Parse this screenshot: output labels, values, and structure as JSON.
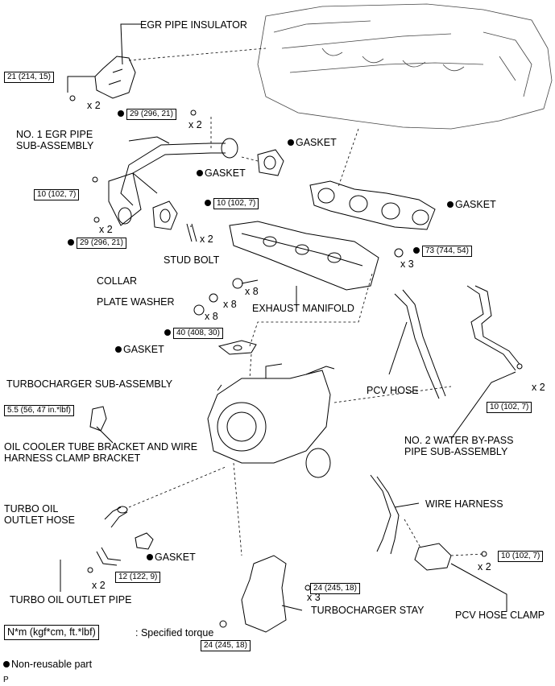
{
  "labels": {
    "egr_pipe_insulator": "EGR PIPE INSULATOR",
    "no1_egr_pipe": "NO. 1 EGR PIPE\nSUB-ASSEMBLY",
    "gasket": "GASKET",
    "stud_bolt": "STUD BOLT",
    "collar": "COLLAR",
    "plate_washer": "PLATE WASHER",
    "exhaust_manifold": "EXHAUST MANIFOLD",
    "turbocharger_sub_assembly": "TURBOCHARGER SUB-ASSEMBLY",
    "pcv_hose": "PCV HOSE",
    "oil_cooler_bracket": "OIL COOLER TUBE BRACKET AND WIRE\nHARNESS CLAMP BRACKET",
    "no2_water_bypass": "NO. 2 WATER BY-PASS\nPIPE SUB-ASSEMBLY",
    "turbo_oil_outlet_hose": "TURBO OIL\nOUTLET HOSE",
    "wire_harness": "WIRE HARNESS",
    "turbo_oil_outlet_pipe": "TURBO OIL OUTLET PIPE",
    "turbocharger_stay": "TURBOCHARGER STAY",
    "pcv_hose_clamp": "PCV HOSE CLAMP"
  },
  "torques": {
    "t_21_214_15": "21 (214, 15)",
    "t_29_296_21": "29 (296, 21)",
    "t_10_102_7": "10 (102, 7)",
    "t_73_744_54": "73 (744, 54)",
    "t_40_408_30": "40 (408, 30)",
    "t_5_5": "5.5 (56, 47 in.*lbf)",
    "t_12_122_9": "12 (122, 9)",
    "t_24_245_18": "24 (245, 18)"
  },
  "quantities": {
    "x2": "x 2",
    "x3": "x 3",
    "x8": "x 8"
  },
  "legend": {
    "unit_box": "N*m (kgf*cm, ft.*lbf)",
    "unit_text": ": Specified torque",
    "non_reusable": "Non-reusable part"
  },
  "footer_code": "P"
}
